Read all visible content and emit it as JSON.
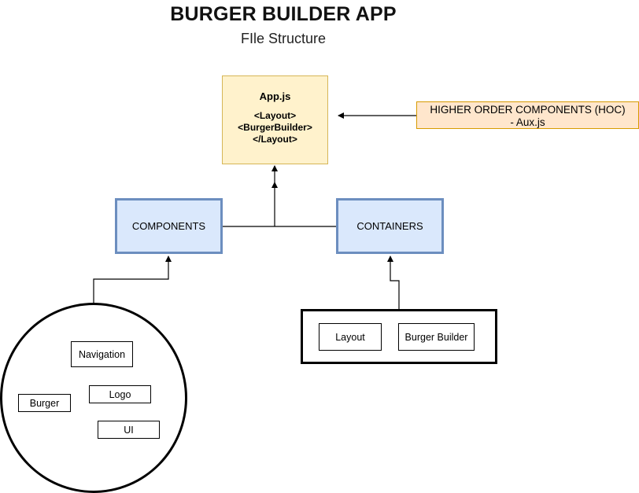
{
  "diagram": {
    "title": "BURGER BUILDER APP",
    "subtitle": "FIle Structure",
    "app_box": {
      "name": "App.js",
      "lines": [
        "<Layout>",
        "<BurgerBuilder>",
        "</Layout>"
      ]
    },
    "hoc_box": {
      "line1": "HIGHER ORDER COMPONENTS (HOC)",
      "line2": "- Aux.js"
    },
    "components_label": "COMPONENTS",
    "containers_label": "CONTAINERS",
    "containers_children": [
      "Layout",
      "Burger Builder"
    ],
    "components_children": [
      "Navigation",
      "Logo",
      "Burger",
      "UI"
    ]
  },
  "colors": {
    "app_fill": "#fff2cc",
    "app_stroke": "#d6b656",
    "hoc_fill": "#ffe6cc",
    "hoc_stroke": "#d79b00",
    "blue_fill": "#dae8fc",
    "blue_stroke": "#6c8ebf"
  }
}
